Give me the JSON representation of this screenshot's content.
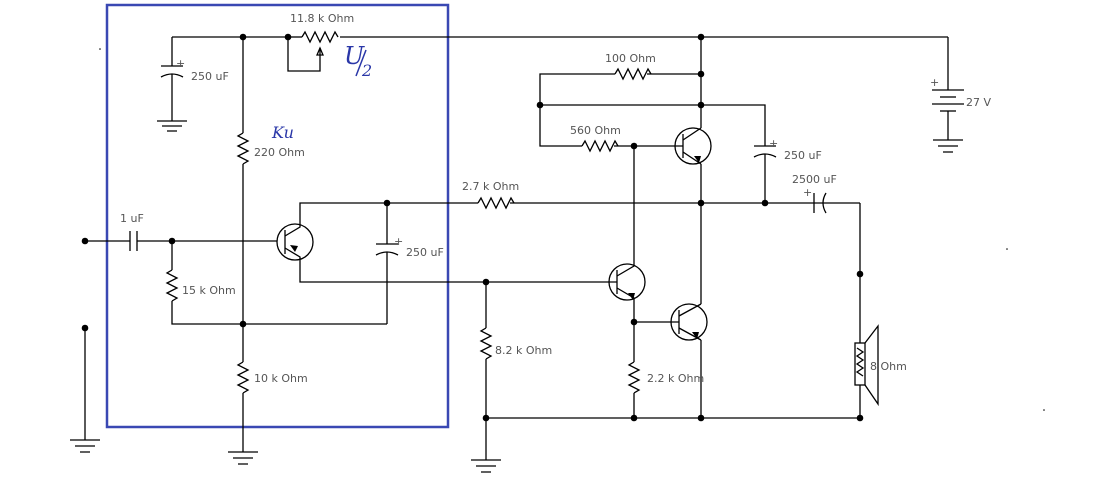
{
  "highlight_box": {
    "color": "#3a48b3"
  },
  "labels": {
    "r_pot": "11.8 k Ohm",
    "c_top_left": "250 uF",
    "r_220": "220  Ohm",
    "c_in": "1 uF",
    "r_15k": "15 k Ohm",
    "r_10k": "10 k Ohm",
    "c_mid": "250 uF",
    "r_2k7": "2.7 k Ohm",
    "r_8k2": "8.2 k Ohm",
    "r_100": "100  Ohm",
    "r_560": "560  Ohm",
    "c_right": "250 uF",
    "c_out": "2500 uF",
    "battery": "27 V",
    "r_2k2": "2.2 k Ohm",
    "speaker": "8  Ohm"
  },
  "annotations": {
    "ku": "Ku",
    "u_half_num": "U",
    "u_half_den": "2"
  }
}
